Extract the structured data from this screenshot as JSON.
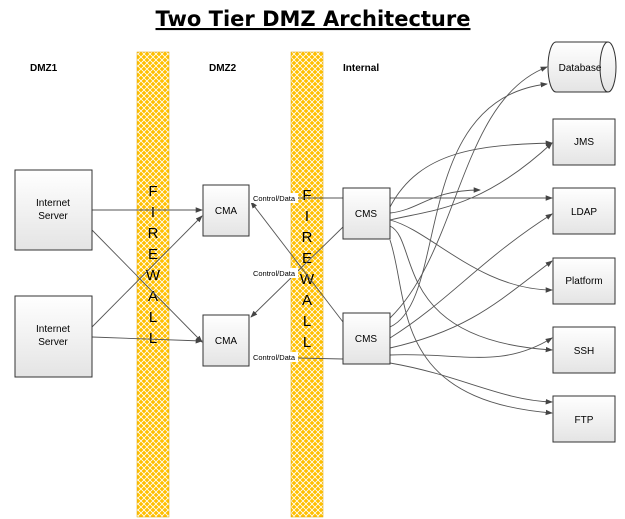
{
  "title": "Two Tier DMZ Architecture",
  "zones": [
    "DMZ1",
    "DMZ2",
    "Internal"
  ],
  "firewall_letters": [
    "F",
    "I",
    "R",
    "E",
    "W",
    "A",
    "L",
    "L"
  ],
  "nodes": {
    "internet_server_1": "Internet Server",
    "internet_server_2": "Internet Server",
    "cma_1": "CMA",
    "cma_2": "CMA",
    "cms_1": "CMS",
    "cms_2": "CMS",
    "database": "Database",
    "jms": "JMS",
    "ldap": "LDAP",
    "platform": "Platform",
    "ssh": "SSH",
    "ftp": "FTP"
  },
  "edge_label": "Control/Data",
  "colors": {
    "firewall": "#FFC000",
    "box_fill": "#F2F2F2",
    "edge": "#555555"
  }
}
